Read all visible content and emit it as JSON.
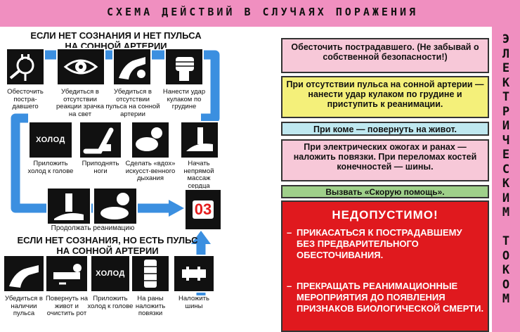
{
  "header": {
    "title": "СХЕМА ДЕЙСТВИЙ  В СЛУЧАЯХ ПОРАЖЕНИЯ"
  },
  "side_title": {
    "letters": [
      "Э",
      "Л",
      "Е",
      "К",
      "Т",
      "Р",
      "И",
      "Ч",
      "Е",
      "С",
      "К",
      "И",
      "М",
      "",
      "Т",
      "О",
      "К",
      "О",
      "М"
    ]
  },
  "section1": {
    "title_line1": "ЕСЛИ НЕТ СОЗНАНИЯ И НЕТ ПУЛЬСА",
    "title_line2": "НА СОННОЙ АРТЕРИИ",
    "row1": [
      {
        "icon": "plug-icon",
        "caption": "Обесточить постра-давшего"
      },
      {
        "icon": "eye-icon",
        "caption": "Убедиться в отсутствии реакции зрачка на свет"
      },
      {
        "icon": "hand-neck-icon",
        "caption": "Убедиться в отсутствии пульса на сонной артерии"
      },
      {
        "icon": "fist-icon",
        "caption": "Нанести удар кулаком по грудине"
      }
    ],
    "row2": [
      {
        "icon": "cold-pack-icon",
        "icon_text": "ХОЛОД",
        "caption": "Приложить холод к голове"
      },
      {
        "icon": "raised-legs-icon",
        "caption": "Приподнять ноги"
      },
      {
        "icon": "breath-icon",
        "caption": "Сделать «вдох» искусст-венного дыхания"
      },
      {
        "icon": "chest-compression-icon",
        "caption": "Начать непрямой массаж сердца"
      }
    ],
    "row3": [
      {
        "icon": "cpr-compression-icon"
      },
      {
        "icon": "cpr-breath-icon"
      }
    ],
    "continue_caption": "Продолжать реанимацию",
    "phone_badge": "03"
  },
  "section2": {
    "title_line1": "ЕСЛИ НЕТ СОЗНАНИЯ, НО ЕСТЬ ПУЛЬС",
    "title_line2": "НА СОННОЙ АРТЕРИИ",
    "row": [
      {
        "icon": "pulse-check-icon",
        "caption": "Убедиться в наличии пульса"
      },
      {
        "icon": "turn-over-icon",
        "caption": "Повернуть на живот и очистить рот"
      },
      {
        "icon": "cold-pack-icon",
        "icon_text": "ХОЛОД",
        "caption": "Приложить холод к голове"
      },
      {
        "icon": "bandage-icon",
        "caption": "На раны наложить повязки"
      },
      {
        "icon": "splint-icon",
        "caption": "Наложить шины"
      }
    ]
  },
  "actions": [
    {
      "text": "Обесточить пострадавшего. (Не забывай о собственной безопасности!)",
      "color": "#f7c8d8"
    },
    {
      "text": "При отсутствии пульса на сонной артерии — нанести удар кулаком по грудине и приступить к реанимации.",
      "color": "#f4f07a"
    },
    {
      "text": "При коме — повернуть на живот.",
      "color": "#bfe8f0"
    },
    {
      "text": "При электрических ожогах и ранах — наложить повязки. При переломах костей конечностей — шины.",
      "color": "#f7c8d8"
    },
    {
      "text": "Вызвать «Скорую помощь».",
      "color": "#9fd08a"
    }
  ],
  "prohibited": {
    "title": "НЕДОПУСТИМО!",
    "items": [
      {
        "dash": "–",
        "text": "ПРИКАСАТЬСЯ К ПОСТРАДАВШЕМУ БЕЗ ПРЕДВАРИТЕЛЬНОГО ОБЕСТОЧИВАНИЯ."
      },
      {
        "dash": "–",
        "text": "ПРЕКРАЩАТЬ РЕАНИМАЦИОННЫЕ МЕРОПРИЯТИЯ ДО ПОЯВЛЕНИЯ ПРИЗНАКОВ БИОЛОГИЧЕСКОЙ СМЕРТИ."
      }
    ]
  },
  "colors": {
    "flow_arrow": "#3b8fe0",
    "banner": "#f08fc0",
    "prohibited_bg": "#e0191e"
  }
}
